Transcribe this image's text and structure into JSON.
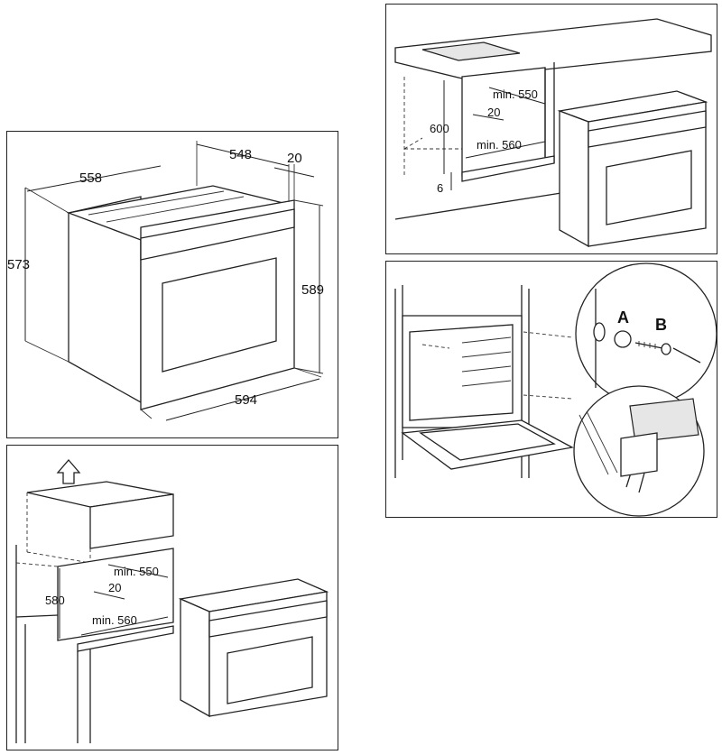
{
  "panel_oven_dimensions": {
    "depth_body": "548",
    "front_thickness": "20",
    "depth_total": "558",
    "height_body": "573",
    "height_front": "589",
    "width_front": "594"
  },
  "panel_undercounter": {
    "niche_height": "600",
    "min_depth": "min. 550",
    "gap": "20",
    "min_width": "min. 560",
    "bottom_gap": "6"
  },
  "panel_column": {
    "niche_height": "580",
    "min_depth": "min. 550",
    "gap": "20",
    "min_width": "min. 560"
  },
  "panel_fixing": {
    "callout_a": "A",
    "callout_b": "B"
  }
}
